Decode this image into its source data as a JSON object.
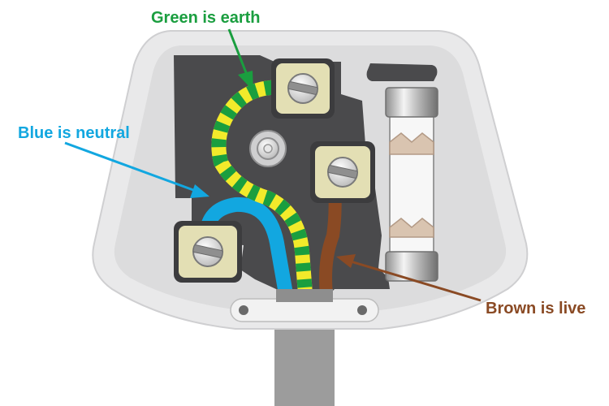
{
  "labels": {
    "earth": "Green is earth",
    "neutral": "Blue is neutral",
    "live": "Brown is live"
  },
  "colors": {
    "earth_label": "#1a9e3f",
    "neutral_label": "#12a7e0",
    "live_label": "#8a4a24",
    "plug_body": "#e9e9ea",
    "plug_inner": "#d7d7d8",
    "cavity": "#4a4a4c",
    "terminal": "#e3dfb4",
    "wire_blue": "#12a7e0",
    "wire_brown": "#8a4a24",
    "wire_green": "#1a9e3f",
    "wire_yellow": "#f2ea2b",
    "cable": "#9c9c9c"
  }
}
